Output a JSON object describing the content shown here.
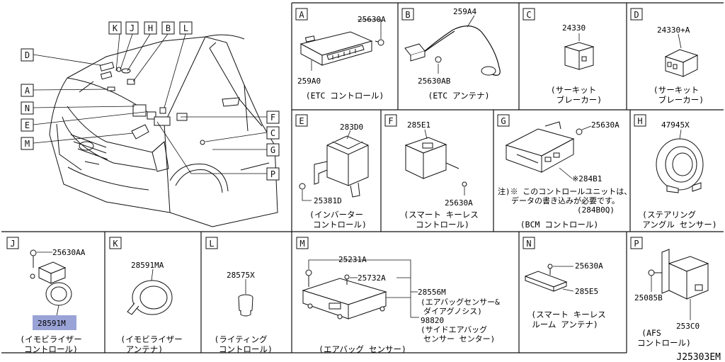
{
  "diagram_code": "J25303EM",
  "colors": {
    "line": "#111111",
    "highlight": "#9aa3d6",
    "bg": "#ffffff"
  },
  "vehicle_callouts": [
    "K",
    "J",
    "H",
    "B",
    "L",
    "D",
    "A",
    "N",
    "E",
    "M",
    "F",
    "C",
    "G",
    "P"
  ],
  "panels": [
    {
      "letter": "A",
      "parts": [
        "25630A",
        "259A0"
      ],
      "caption": [
        "(ETC コントロール)"
      ]
    },
    {
      "letter": "B",
      "parts": [
        "259A4",
        "25630AB"
      ],
      "caption": [
        "(ETC アンテナ)"
      ]
    },
    {
      "letter": "C",
      "parts": [
        "24330"
      ],
      "caption": [
        "(サーキット",
        "ブレーカー)"
      ]
    },
    {
      "letter": "D",
      "parts": [
        "24330+A"
      ],
      "caption": [
        "(サーキット",
        "ブレーカー)"
      ]
    },
    {
      "letter": "E",
      "parts": [
        "283D0",
        "25381D"
      ],
      "caption": [
        "(インバーター",
        "コントロール)"
      ]
    },
    {
      "letter": "F",
      "parts": [
        "285E1",
        "25630A"
      ],
      "caption": [
        "(スマート キーレス",
        "コントロール)"
      ]
    },
    {
      "letter": "G",
      "parts": [
        "25630A",
        "※284B1"
      ],
      "note": [
        "注)※ このコントロールユニットは、",
        "データの書き込みが必要です。",
        "(284B0Q)"
      ],
      "caption": [
        "(BCM コントロール)"
      ]
    },
    {
      "letter": "H",
      "parts": [
        "47945X"
      ],
      "caption": [
        "(ステアリング",
        "アングル センサー)"
      ]
    },
    {
      "letter": "J",
      "parts": [
        "25630AA",
        "28591M"
      ],
      "caption": [
        "(イモビライザー",
        "コントロール)"
      ]
    },
    {
      "letter": "K",
      "parts": [
        "28591MA"
      ],
      "caption": [
        "(イモビライザー",
        "アンテナ)"
      ]
    },
    {
      "letter": "L",
      "parts": [
        "28575X"
      ],
      "caption": [
        "(ライティング",
        "コントロール)"
      ]
    },
    {
      "letter": "M",
      "parts": [
        "25231A",
        "25732A",
        "28556M",
        "98820"
      ],
      "desc": [
        "(エアバッグセンサー&",
        "ダイアグノシス)",
        "(サイドエアバッグ",
        "センサー センター)"
      ],
      "caption": [
        "(エアバッグ センサー)"
      ]
    },
    {
      "letter": "N",
      "parts": [
        "25630A",
        "285E5"
      ],
      "caption": [
        "(スマート キーレス",
        "ルーム アンテナ)"
      ]
    },
    {
      "letter": "P",
      "parts": [
        "25085B",
        "253C0"
      ],
      "caption": [
        "(AFS",
        "コントロール)"
      ]
    }
  ]
}
